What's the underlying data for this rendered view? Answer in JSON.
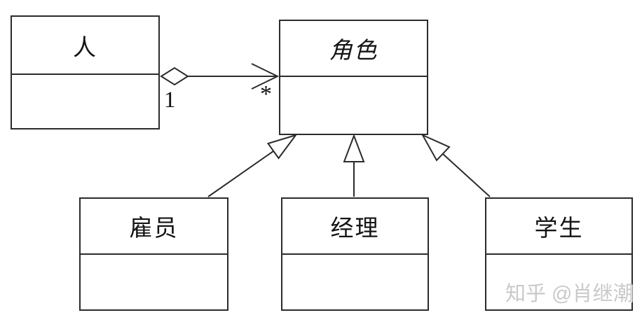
{
  "diagram": {
    "kind": "uml-class-diagram",
    "classes": [
      {
        "id": "person",
        "label": "人",
        "abstract": false
      },
      {
        "id": "role",
        "label": "角色",
        "abstract": true
      },
      {
        "id": "employee",
        "label": "雇员",
        "abstract": false
      },
      {
        "id": "manager",
        "label": "经理",
        "abstract": false
      },
      {
        "id": "student",
        "label": "学生",
        "abstract": false
      }
    ],
    "association": {
      "type": "aggregation",
      "from": "人",
      "to": "角色",
      "from_multiplicity": "1",
      "to_multiplicity": "*"
    },
    "generalizations": [
      {
        "from": "雇员",
        "to": "角色"
      },
      {
        "from": "经理",
        "to": "角色"
      },
      {
        "from": "学生",
        "to": "角色"
      }
    ],
    "line_color": "#2b2b2b",
    "background_color": "#ffffff"
  },
  "watermark": {
    "text": "知乎 @肖继潮",
    "color": "#c9c9c9"
  }
}
